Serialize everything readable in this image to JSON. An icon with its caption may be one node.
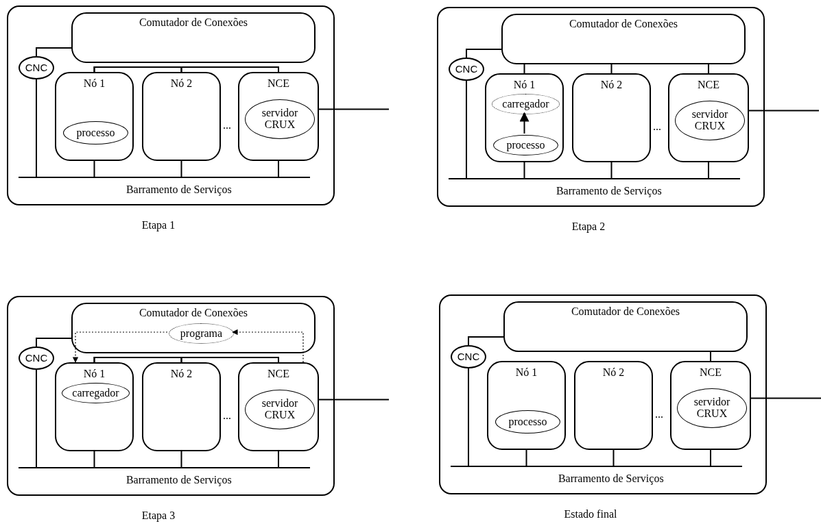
{
  "diagram": {
    "nodes": [
      {
        "text": [],
        "shape": "box",
        "beside": [
          "Etapa 1"
        ]
      },
      {
        "text": [
          "Comutador de Conexões"
        ],
        "in": 0
      },
      {
        "text": [
          "CNC"
        ],
        "in": 0
      },
      {
        "text": [
          "Nó 1"
        ],
        "in": 0
      },
      {
        "text": [
          "processo"
        ],
        "in": 3
      },
      {
        "text": [
          "Nó 2"
        ],
        "in": 0
      },
      {
        "text": [
          "NCE"
        ],
        "in": 0
      },
      {
        "text": [
          "servidor CRUX"
        ],
        "in": 6
      },
      {
        "text": [
          "Barramento de Serviços"
        ],
        "in": 0
      },
      {
        "text": [],
        "shape": "box",
        "beside": [
          "Etapa 2"
        ]
      },
      {
        "text": [
          "Comutador de Conexões"
        ],
        "in": 9
      },
      {
        "text": [
          "CNC"
        ],
        "in": 9
      },
      {
        "text": [
          "Nó 1"
        ],
        "in": 9
      },
      {
        "text": [
          "carregador"
        ],
        "in": 12
      },
      {
        "text": [
          "processo"
        ],
        "in": 12
      },
      {
        "text": [
          "Nó 2"
        ],
        "in": 9
      },
      {
        "text": [
          "NCE"
        ],
        "in": 9
      },
      {
        "text": [
          "servidor CRUX"
        ],
        "in": 16
      },
      {
        "text": [
          "Barramento de Serviços"
        ],
        "in": 9
      },
      {
        "text": [],
        "shape": "box",
        "beside": [
          "Etapa 3"
        ]
      },
      {
        "text": [
          "Comutador de Conexões"
        ],
        "in": 19
      },
      {
        "text": [
          "programa"
        ],
        "in": 20
      },
      {
        "text": [
          "CNC"
        ],
        "in": 19
      },
      {
        "text": [
          "Nó 1"
        ],
        "in": 19
      },
      {
        "text": [
          "carregador"
        ],
        "in": 23
      },
      {
        "text": [
          "Nó 2"
        ],
        "in": 19
      },
      {
        "text": [
          "NCE"
        ],
        "in": 19
      },
      {
        "text": [
          "servidor CRUX"
        ],
        "in": 26
      },
      {
        "text": [
          "Barramento de Serviços"
        ],
        "in": 19
      },
      {
        "text": [],
        "shape": "box",
        "beside": [
          "Estado final"
        ]
      },
      {
        "text": [
          "Comutador de Conexões"
        ],
        "in": 29
      },
      {
        "text": [
          "CNC"
        ],
        "in": 29
      },
      {
        "text": [
          "Nó 1"
        ],
        "in": 29
      },
      {
        "text": [
          "processo"
        ],
        "in": 32
      },
      {
        "text": [
          "Nó 2"
        ],
        "in": 29
      },
      {
        "text": [
          "NCE"
        ],
        "in": 29
      },
      {
        "text": [
          "servidor CRUX"
        ],
        "in": 35
      },
      {
        "text": [
          "Barramento de Serviços"
        ],
        "in": 29
      }
    ],
    "edges": [
      {
        "from": 1,
        "to": 2,
        "arrow": "none"
      },
      {
        "from": 2,
        "to": 8,
        "arrow": "none"
      },
      {
        "from": 3,
        "to": 6,
        "arrow": "none"
      },
      {
        "from": 5,
        "to": 3,
        "arrow": "none"
      },
      {
        "from": 5,
        "to": 6,
        "arrow": "none"
      },
      {
        "from": 3,
        "to": 8,
        "arrow": "none"
      },
      {
        "from": 5,
        "to": 8,
        "arrow": "none"
      },
      {
        "from": 6,
        "to": 8,
        "arrow": "none"
      },
      {
        "from": 6,
        "to": null,
        "arrow": "none"
      },
      {
        "from": 10,
        "to": 11,
        "arrow": "none"
      },
      {
        "from": 11,
        "to": 18,
        "arrow": "none"
      },
      {
        "from": 10,
        "to": 12,
        "arrow": "none"
      },
      {
        "from": 10,
        "to": 15,
        "arrow": "none"
      },
      {
        "from": 10,
        "to": 16,
        "arrow": "none"
      },
      {
        "from": 14,
        "to": 13,
        "arrow": "to"
      },
      {
        "from": 12,
        "to": 18,
        "arrow": "none"
      },
      {
        "from": 15,
        "to": 18,
        "arrow": "none"
      },
      {
        "from": 16,
        "to": 18,
        "arrow": "none"
      },
      {
        "from": 16,
        "to": null,
        "arrow": "none"
      },
      {
        "from": 20,
        "to": 22,
        "arrow": "none"
      },
      {
        "from": 22,
        "to": 28,
        "arrow": "none"
      },
      {
        "from": 23,
        "to": 26,
        "arrow": "none"
      },
      {
        "from": 25,
        "to": 23,
        "arrow": "none"
      },
      {
        "from": 25,
        "to": 26,
        "arrow": "none"
      },
      {
        "from": 26,
        "to": 21,
        "arrow": "to",
        "style": "dashed"
      },
      {
        "from": 21,
        "to": 23,
        "arrow": "to",
        "style": "dashed"
      },
      {
        "from": 23,
        "to": 28,
        "arrow": "none"
      },
      {
        "from": 25,
        "to": 28,
        "arrow": "none"
      },
      {
        "from": 26,
        "to": 28,
        "arrow": "none"
      },
      {
        "from": 26,
        "to": null,
        "arrow": "none"
      },
      {
        "from": 30,
        "to": 31,
        "arrow": "none"
      },
      {
        "from": 31,
        "to": 37,
        "arrow": "none"
      },
      {
        "from": 30,
        "to": 35,
        "arrow": "none"
      },
      {
        "from": 32,
        "to": 37,
        "arrow": "none"
      },
      {
        "from": 34,
        "to": 37,
        "arrow": "none"
      },
      {
        "from": 35,
        "to": 37,
        "arrow": "none"
      },
      {
        "from": 35,
        "to": null,
        "arrow": "none"
      }
    ],
    "labels": [
      "...",
      "...",
      "...",
      "..."
    ]
  }
}
